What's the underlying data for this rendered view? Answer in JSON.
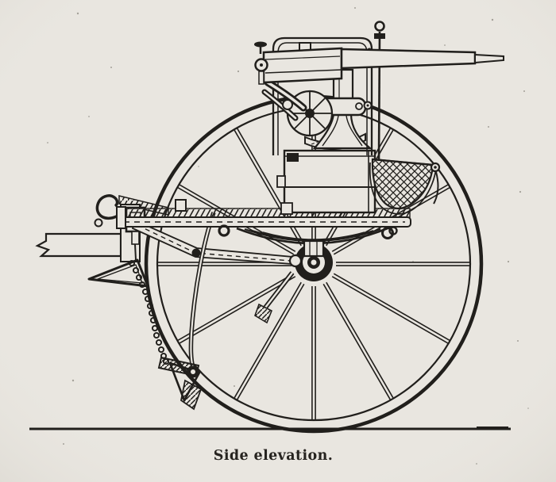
{
  "figure": {
    "caption": "Side elevation.",
    "subject": "Engraved technical drawing: Maxim-type machine gun on a single-wheel field carriage, shown in side elevation",
    "parts": [
      "machine-gun",
      "barrel",
      "elevating-handwheel",
      "pedestal-mount",
      "ammunition-box",
      "cartridge-belt-basket",
      "carriage-bed",
      "leaf-spring",
      "wheel",
      "wheel-hub",
      "trail-pole",
      "draw-hook",
      "stirrup",
      "drag-chain",
      "brake-shoe",
      "ground-line"
    ]
  },
  "colors": {
    "paper": "#e9e6e0",
    "ink": "#211f1c"
  }
}
